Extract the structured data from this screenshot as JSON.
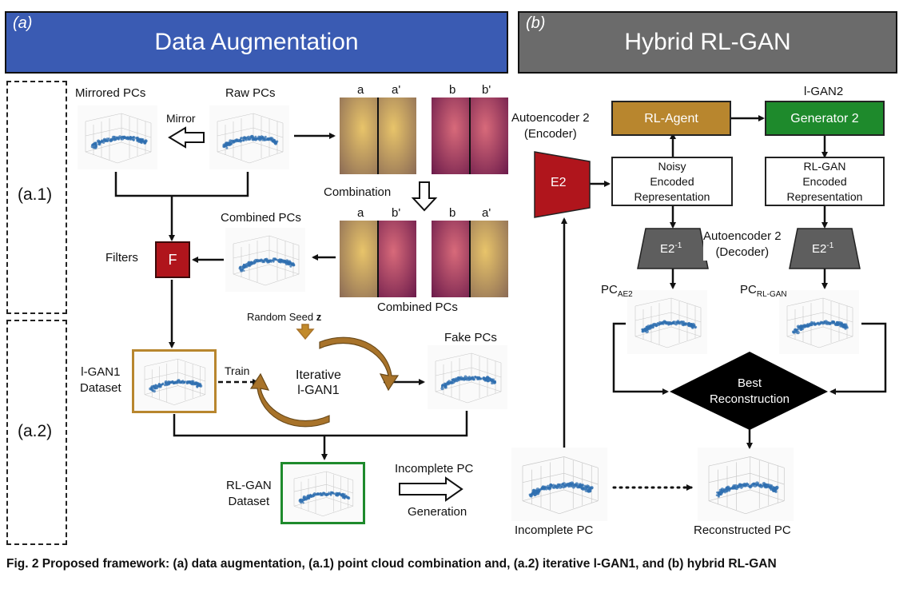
{
  "banners": {
    "a": {
      "tag": "(a)",
      "title": "Data Augmentation",
      "color": "#3a5bb3"
    },
    "b": {
      "tag": "(b)",
      "title": "Hybrid RL-GAN",
      "color": "#6b6b6b"
    }
  },
  "section_labels": {
    "a1": "(a.1)",
    "a2": "(a.2)"
  },
  "labels": {
    "mirrored_pcs": "Mirrored PCs",
    "raw_pcs": "Raw PCs",
    "mirror": "Mirror",
    "combination": "Combination",
    "combined_pcs_top": "Combined PCs",
    "combined_pcs_bottom": "Combined PCs",
    "filters": "Filters",
    "filter_box": "F",
    "random_seed": "Random Seed",
    "random_seed_z": "z",
    "fake_pcs": "Fake PCs",
    "lgan1_dataset_line1": "l-GAN1",
    "lgan1_dataset_line2": "Dataset",
    "train": "Train",
    "iterative_line1": "Iterative",
    "iterative_line2": "l-GAN1",
    "rlgan_dataset_line1": "RL-GAN",
    "rlgan_dataset_line2": "Dataset",
    "incomplete_gen_line1": "Incomplete PC",
    "incomplete_gen_line2": "Generation",
    "photo_top_a": "a",
    "photo_top_a_prime": "a'",
    "photo_top_b": "b",
    "photo_top_b_prime": "b'",
    "photo_bot_a": "a",
    "photo_bot_b_prime": "b'",
    "photo_bot_b": "b",
    "photo_bot_a_prime": "a'",
    "ae2_encoder_line1": "Autoencoder 2",
    "ae2_encoder_line2": "(Encoder)",
    "e2": "E2",
    "rl_agent": "RL-Agent",
    "lgan2": "l-GAN2",
    "generator2": "Generator 2",
    "noisy_line1": "Noisy",
    "noisy_line2": "Encoded",
    "noisy_line3": "Representation",
    "rlgan_enc_line1": "RL-GAN",
    "rlgan_enc_line2": "Encoded",
    "rlgan_enc_line3": "Representation",
    "decoder_left": "E2",
    "decoder_right": "E2",
    "decoder_sup": "-1",
    "ae2_decoder_line1": "Autoencoder 2",
    "ae2_decoder_line2": "(Decoder)",
    "pc_ae2_base": "PC",
    "pc_ae2_sub": "AE2",
    "pc_rlgan_base": "PC",
    "pc_rlgan_sub": "RL-GAN",
    "best_line1": "Best",
    "best_line2": "Reconstruction",
    "incomplete_pc": "Incomplete PC",
    "reconstructed_pc": "Reconstructed PC"
  },
  "caption": "Fig. 2   Proposed framework: (a) data augmentation, (a.1) point cloud combination and, (a.2) iterative l-GAN1, and (b) hybrid RL-GAN",
  "colors": {
    "filter": "#b0151c",
    "e2": "#b0151c",
    "rl_agent": "#b8862e",
    "generator": "#1e8a2c",
    "decoder": "#5e5e5e",
    "lgan1_border": "#b8862e",
    "rlgan_border": "#1e8a2c",
    "cycle": "#a8732a",
    "best": "#000000",
    "point_cloud": "#2f6fb0"
  }
}
